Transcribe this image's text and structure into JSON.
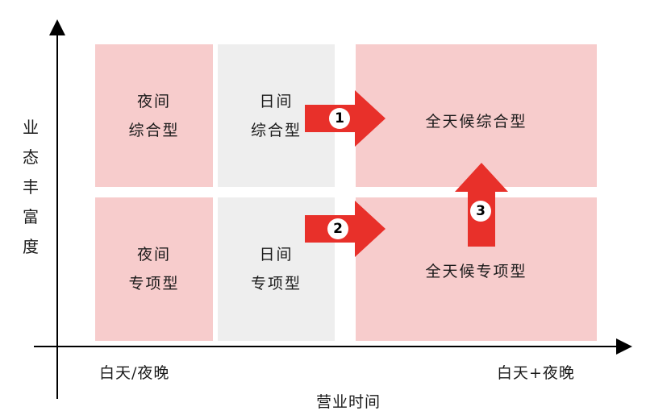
{
  "quadrants": {
    "night_composite": [
      "夜间",
      "综合型"
    ],
    "day_composite": [
      "日间",
      "综合型"
    ],
    "night_special": [
      "夜间",
      "专项型"
    ],
    "day_special": [
      "日间",
      "专项型"
    ],
    "allday_composite": "全天候综合型",
    "allday_special": "全天候专项型"
  },
  "arrows": [
    "1",
    "2",
    "3"
  ],
  "axes": {
    "y_label_chars": [
      "业",
      "态",
      "丰",
      "富",
      "度"
    ],
    "x_title": "营业时间",
    "x_left": "白天/夜晚",
    "x_right": "白天+夜晚"
  },
  "colors": {
    "pink": "#f7cccc",
    "grey": "#eeeeee",
    "arrow": "#e8302a"
  }
}
